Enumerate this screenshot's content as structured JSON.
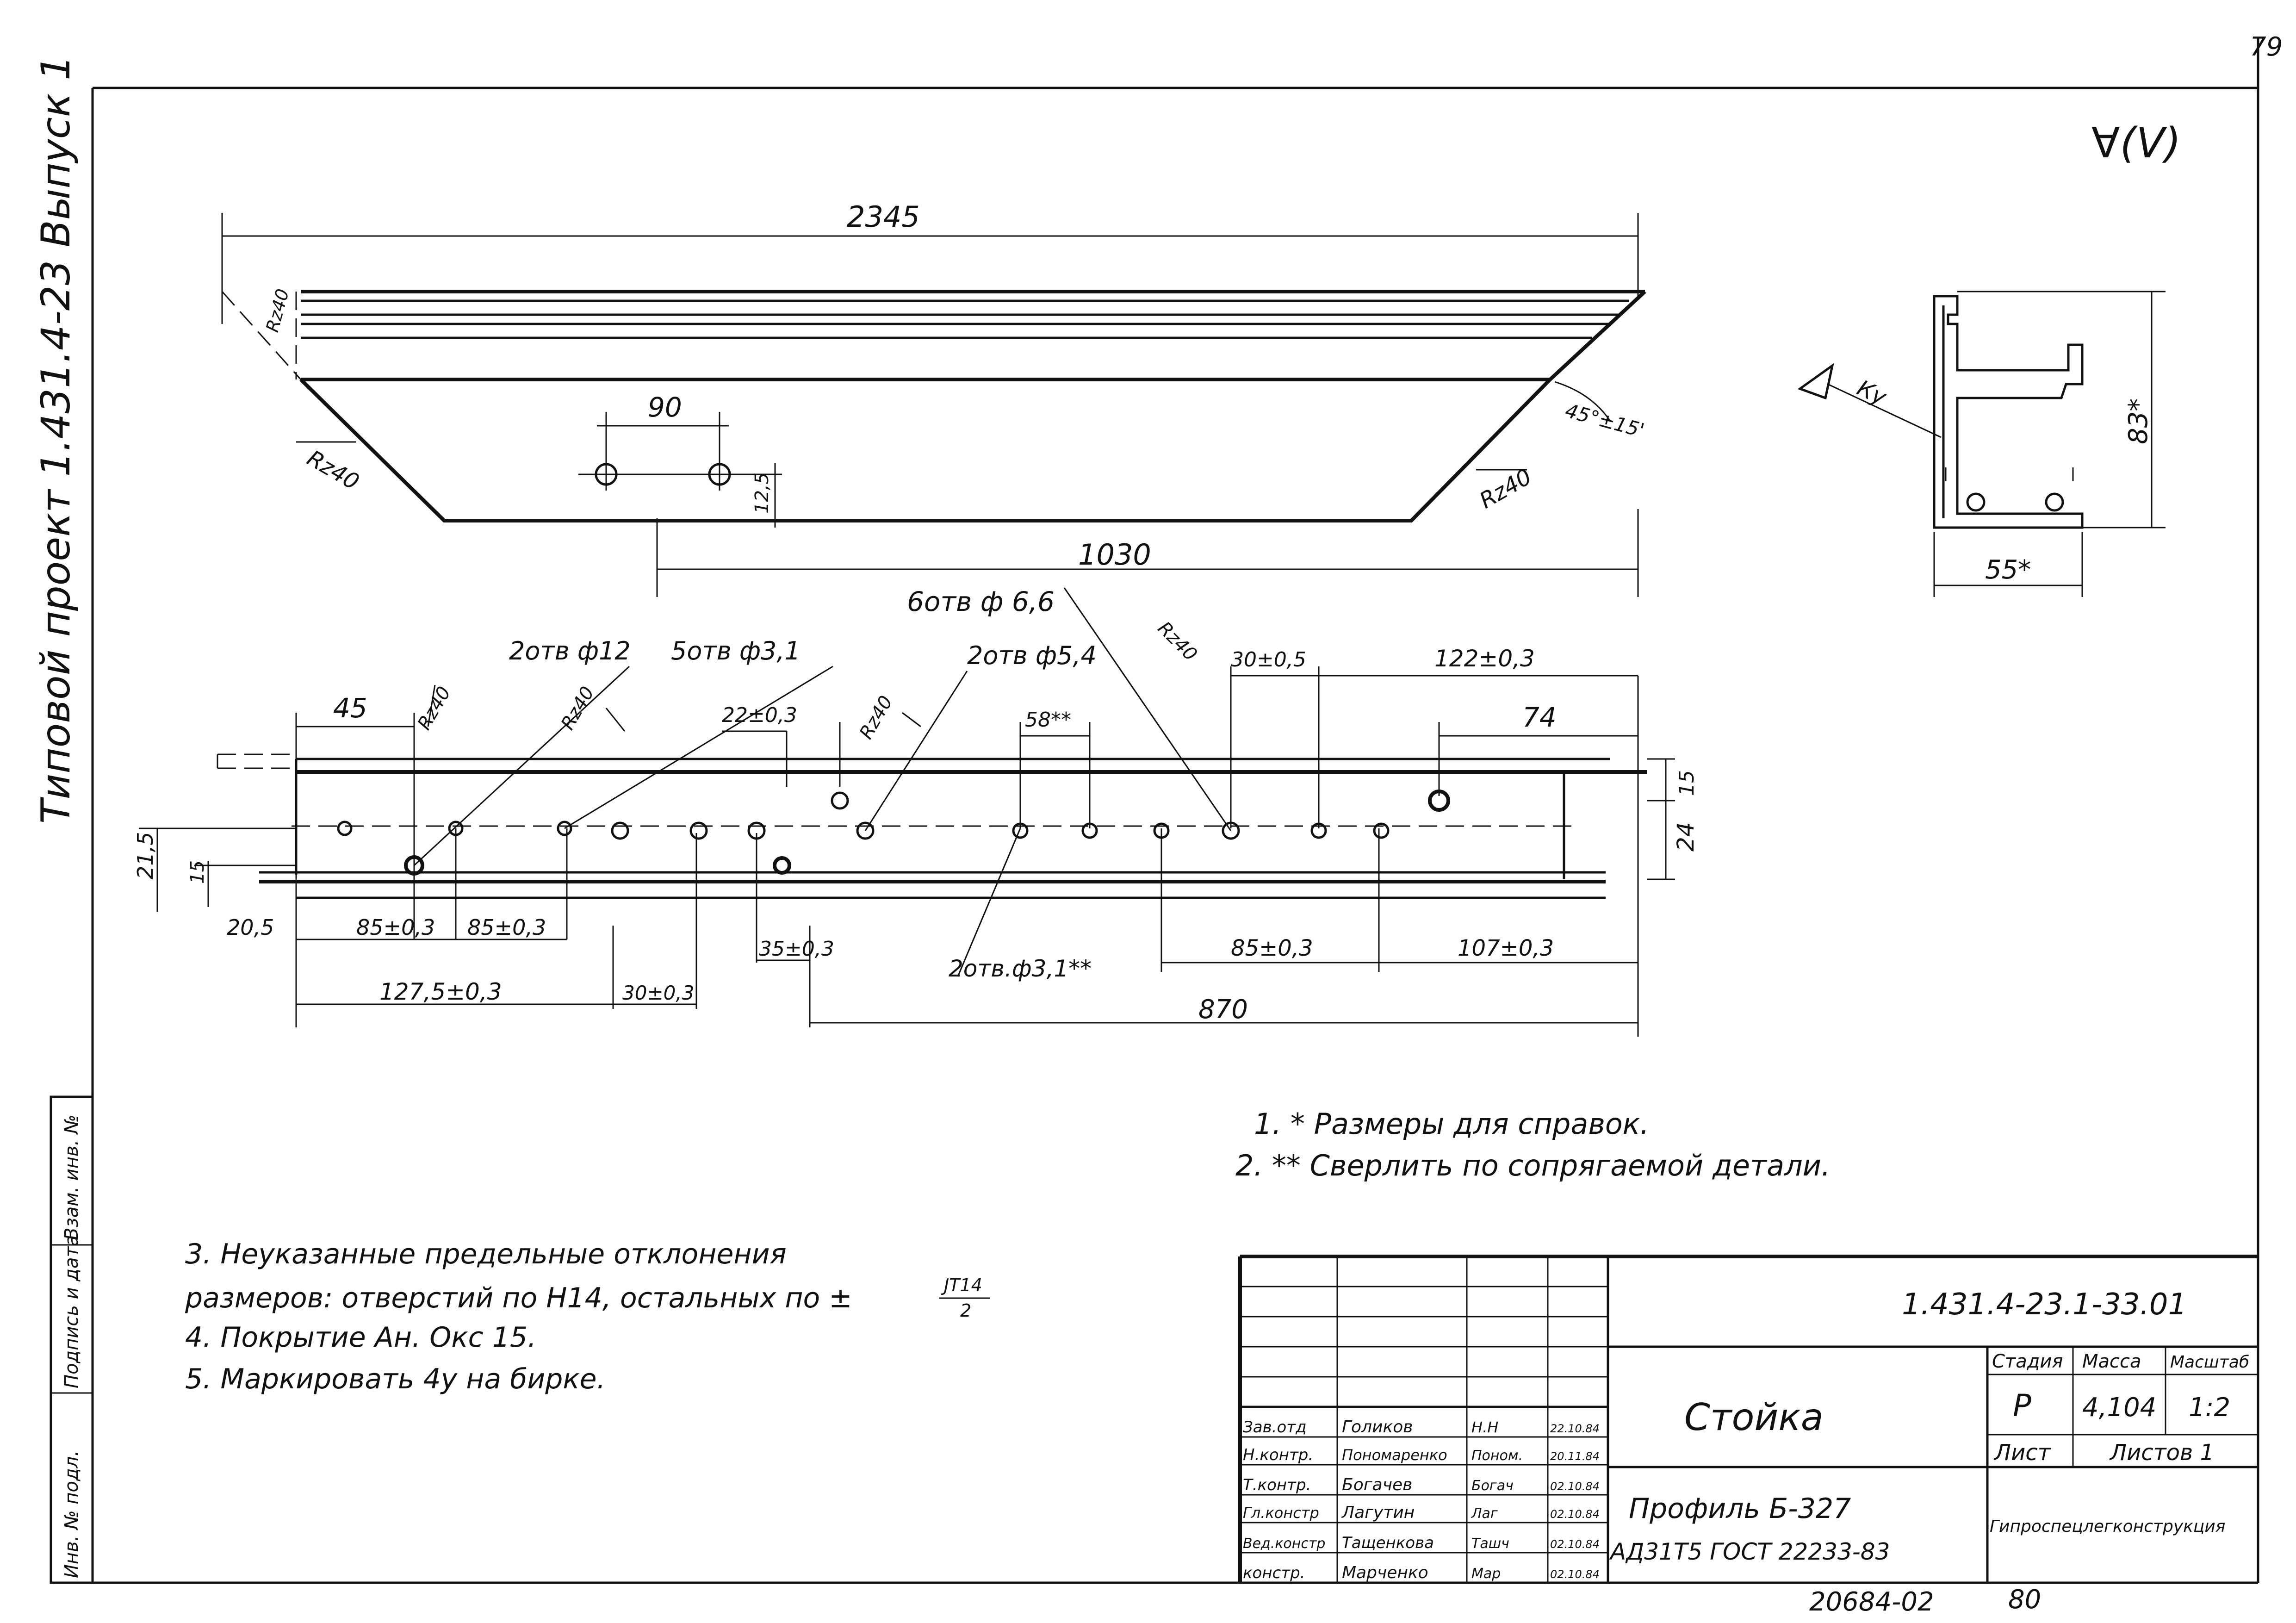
{
  "page_number": "79",
  "roughness_symbol": "∀(V)",
  "side_stamp": {
    "project": "Типовой проект 1.431.4-23 Выпуск 1",
    "columns": [
      "Инв. № подл.",
      "Подпись и дата",
      "Взам. инв. №"
    ]
  },
  "top_view": {
    "dim_length": "2345",
    "dim_holes_spacing": "90",
    "dim_hole_offset": "12,5",
    "dim_base": "1030",
    "rz_left_top": "Rz40",
    "rz_left_bottom": "Rz40",
    "rz_right": "Rz40",
    "angle": "45°±15'"
  },
  "section_view": {
    "weld_mark": "Ку",
    "dim_height": "83*",
    "dim_width": "55*"
  },
  "side_view": {
    "callouts": {
      "holes_12": "2отв ф12",
      "holes_3_1": "5отв ф3,1",
      "holes_6_6": "6отв ф 6,6",
      "holes_5_4": "2отв ф5,4",
      "holes_3_1_star": "2отв.ф3,1**",
      "rz_a": "Rz40",
      "rz_b": "Rz40",
      "rz_c": "Rz40",
      "rz_d": "Rz40"
    },
    "dims": {
      "d45": "45",
      "d22": "22±0,3",
      "d58": "58**",
      "d30top": "30±0,5",
      "d122": "122±0,3",
      "d74": "74",
      "d15right": "15",
      "d24": "24",
      "d21_5": "21,5",
      "d15left": "15",
      "d20_5": "20,5",
      "d85a": "85±0,3",
      "d85b": "85±0,3",
      "d35": "35±0,3",
      "d85c": "85±0,3",
      "d107": "107±0,3",
      "d127": "127,5±0,3",
      "d30bot": "30±0,3",
      "d870": "870"
    }
  },
  "notes_right": [
    "1. * Размеры для справок.",
    "2. ** Сверлить по сопрягаемой детали."
  ],
  "notes_left": {
    "n3_line1": "3. Неуказанные       предельные       отклонения",
    "n3_line2": "размеров:  отверстий по Н14, остальных по ±",
    "n3_frac_num": "JT14",
    "n3_frac_den": "2",
    "n4": "4. Покрытие  Ан. Окс  15.",
    "n5": "5. Маркировать  4у  на бирке."
  },
  "title_block": {
    "doc_number": "1.431.4-23.1-33.01",
    "name": "Стойка",
    "stage_label": "Стадия",
    "mass_label": "Масса",
    "scale_label": "Масштаб",
    "stage": "Р",
    "mass": "4,104",
    "scale": "1:2",
    "sheet_label": "Лист",
    "sheets_label": "Листов 1",
    "material_line1": "Профиль  Б-327",
    "material_line2": "АД31Т5    ГОСТ 22233-83",
    "organization": "Гипроспецлегконструкция",
    "rows": [
      {
        "role": "Зав.отд",
        "name": "Голиков",
        "sign": "Н.Н",
        "date": "22.10.84"
      },
      {
        "role": "Н.контр.",
        "name": "Пономаренко",
        "sign": "Поном.",
        "date": "20.11.84"
      },
      {
        "role": "Т.контр.",
        "name": "Богачев",
        "sign": "Богач",
        "date": "02.10.84"
      },
      {
        "role": "Гл.констр",
        "name": "Лагутин",
        "sign": "Лаг",
        "date": "02.10.84"
      },
      {
        "role": "Вед.констр",
        "name": "Тащенкова",
        "sign": "Ташч",
        "date": "02.10.84"
      },
      {
        "role": "констр.",
        "name": "Марченко",
        "sign": "Мар",
        "date": "02.10.84"
      }
    ]
  },
  "archive_number": "20684-02",
  "bottom_page": "80"
}
